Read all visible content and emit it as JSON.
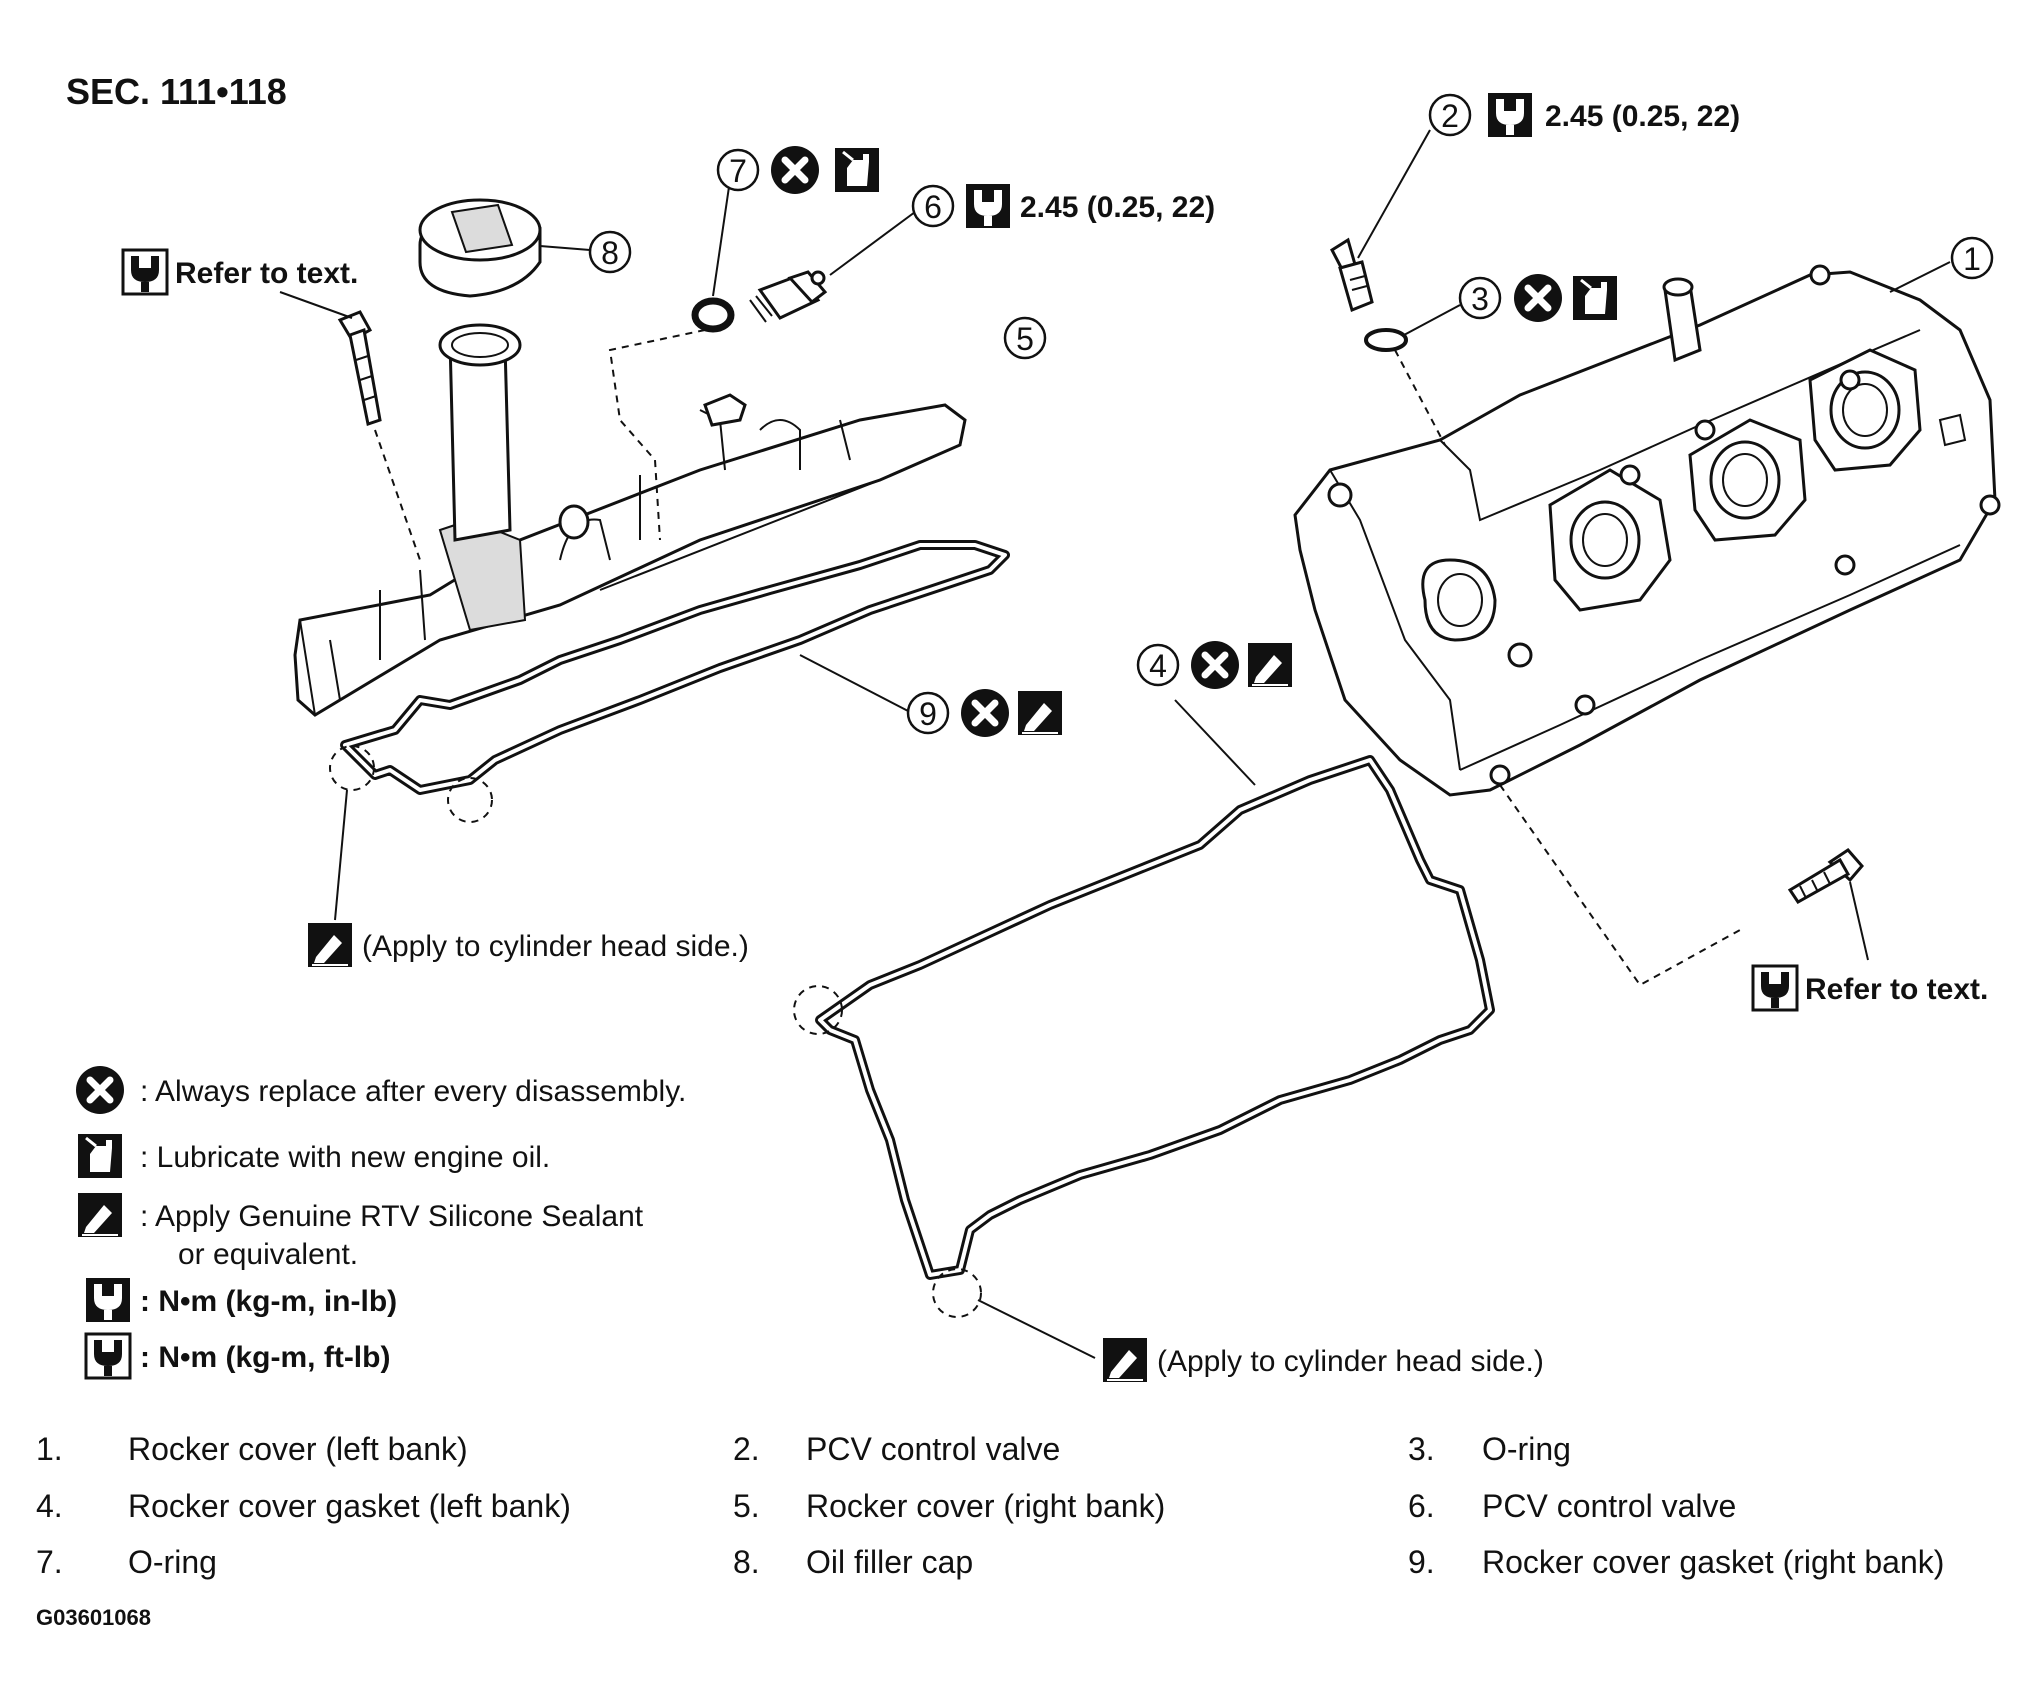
{
  "header": {
    "section": "SEC. 111•118"
  },
  "callouts": {
    "c1": "1",
    "c2": "2",
    "c3": "3",
    "c4": "4",
    "c5": "5",
    "c6": "6",
    "c7": "7",
    "c8": "8",
    "c9": "9"
  },
  "torque": {
    "pcv_left": "2.45 (0.25, 22)",
    "pcv_right": "2.45 (0.25, 22)",
    "bolt_left": "Refer to text.",
    "bolt_right": "Refer to text."
  },
  "notes": {
    "apply_left": "(Apply to cylinder head side.)",
    "apply_right": "(Apply to cylinder head side.)"
  },
  "legend": {
    "replace": ": Always replace after every disassembly.",
    "lubricate": ": Lubricate with new engine oil.",
    "sealant_1": ": Apply Genuine RTV Silicone Sealant",
    "sealant_2": "or equivalent.",
    "torque_in": ": N•m (kg-m, in-lb)",
    "torque_ft": ": N•m (kg-m, ft-lb)"
  },
  "parts": [
    {
      "num": "1.",
      "name": "Rocker cover (left bank)"
    },
    {
      "num": "2.",
      "name": "PCV control valve"
    },
    {
      "num": "3.",
      "name": "O-ring"
    },
    {
      "num": "4.",
      "name": "Rocker cover gasket (left bank)"
    },
    {
      "num": "5.",
      "name": "Rocker cover (right bank)"
    },
    {
      "num": "6.",
      "name": "PCV control valve"
    },
    {
      "num": "7.",
      "name": "O-ring"
    },
    {
      "num": "8.",
      "name": "Oil filler cap"
    },
    {
      "num": "9.",
      "name": "Rocker cover gasket (right bank)"
    }
  ],
  "figure_id": "G03601068",
  "icons": {
    "replace": "x-circle-icon",
    "lubricate": "oil-can-icon",
    "sealant": "sealant-tube-icon",
    "torque_in": "torque-wrench-in-lb-icon",
    "torque_ft": "torque-wrench-ft-lb-icon"
  }
}
